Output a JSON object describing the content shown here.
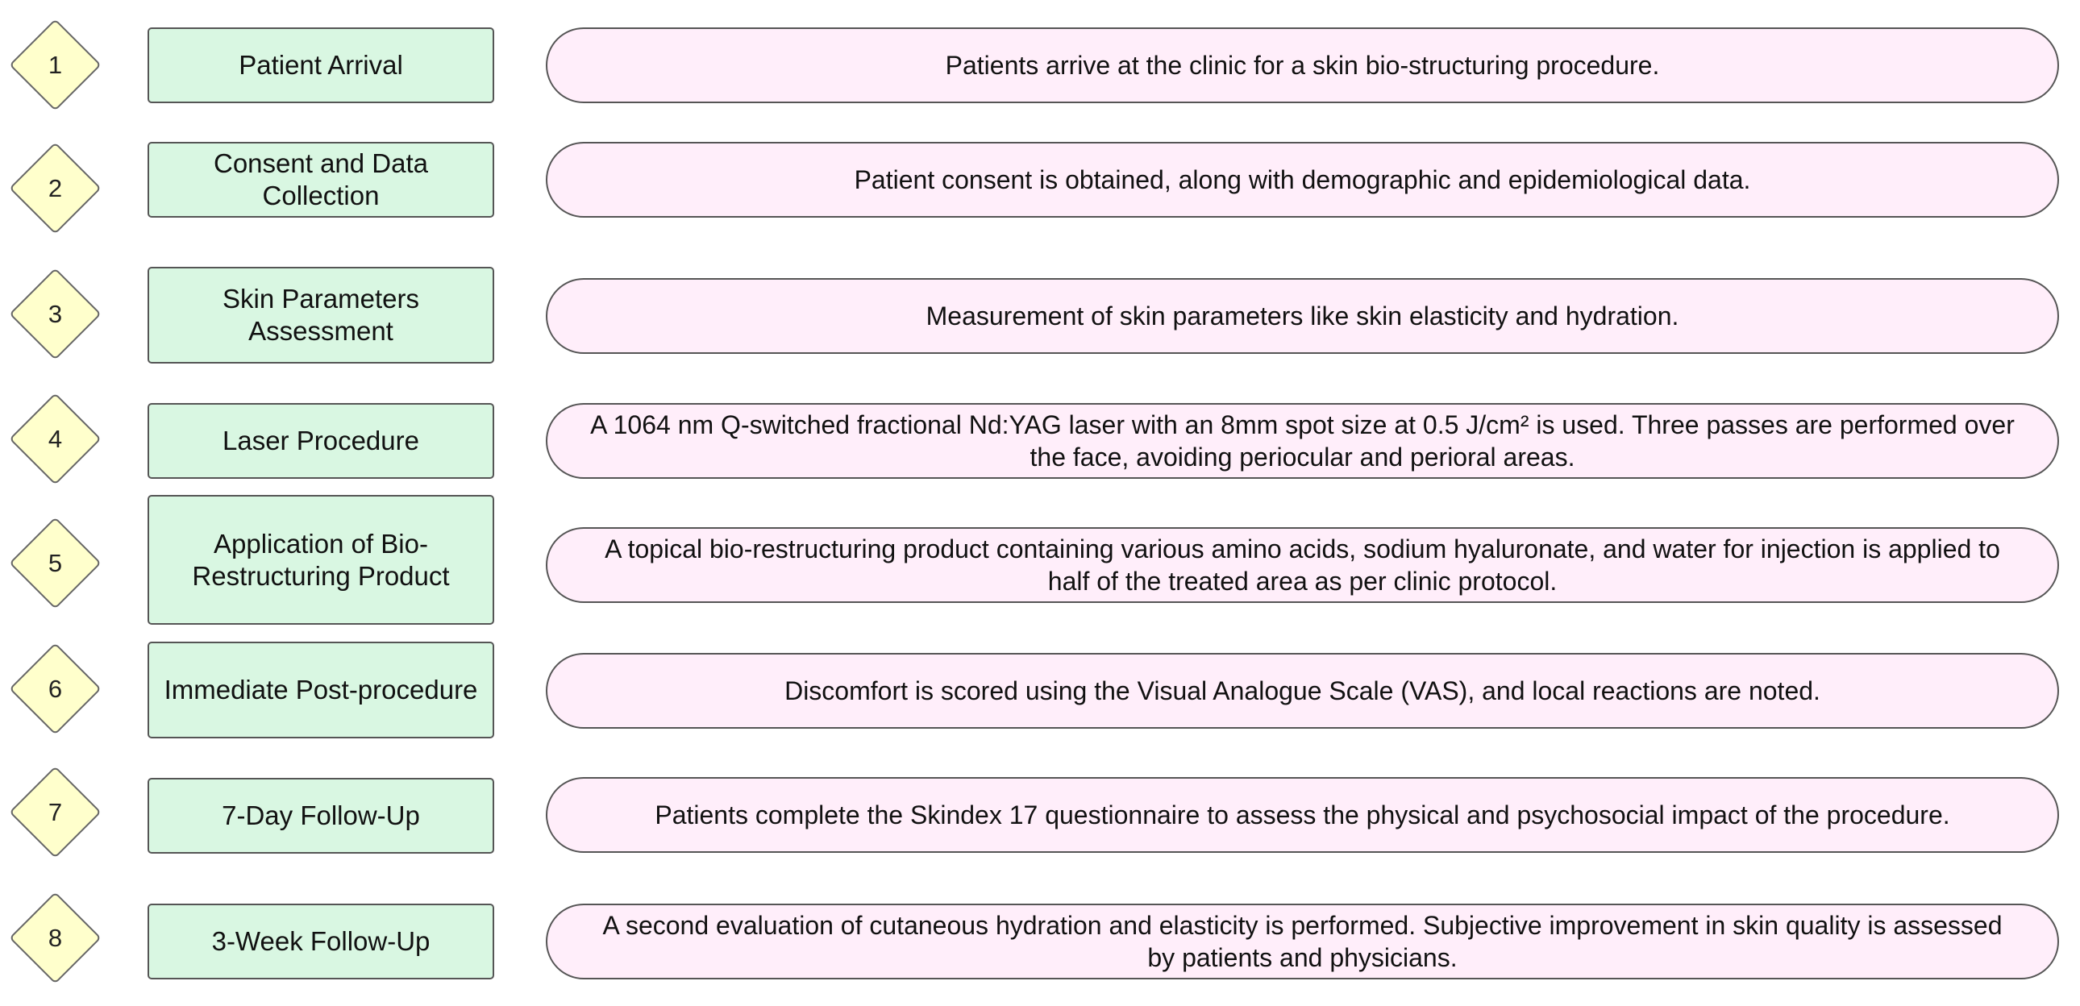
{
  "steps": [
    {
      "number": "1",
      "title": "Patient Arrival",
      "description": "Patients arrive at the clinic for a skin bio-structuring procedure."
    },
    {
      "number": "2",
      "title": "Consent and Data Collection",
      "description": "Patient consent is obtained, along with demographic and epidemiological data."
    },
    {
      "number": "3",
      "title": "Skin Parameters Assessment",
      "description": "Measurement of skin parameters like skin elasticity and hydration."
    },
    {
      "number": "4",
      "title": "Laser Procedure",
      "description": "A 1064 nm Q-switched fractional Nd:YAG laser with an 8mm spot size at 0.5 J/cm² is used. Three passes are performed over the face, avoiding periocular and perioral areas."
    },
    {
      "number": "5",
      "title": "Application of Bio-Restructuring Product",
      "description": "A topical bio-restructuring product containing various amino acids, sodium hyaluronate, and water for injection is applied to half of the treated area as per clinic protocol."
    },
    {
      "number": "6",
      "title": "Immediate Post-procedure",
      "description": "Discomfort is scored using the Visual Analogue Scale (VAS), and local reactions are noted."
    },
    {
      "number": "7",
      "title": "7-Day Follow-Up",
      "description": "Patients complete the Skindex 17 questionnaire to assess the physical and psychosocial impact of the procedure."
    },
    {
      "number": "8",
      "title": "3-Week Follow-Up",
      "description": "A second evaluation of cutaneous hydration and elasticity is performed. Subjective improvement in skin quality is assessed by patients and physicians."
    }
  ]
}
